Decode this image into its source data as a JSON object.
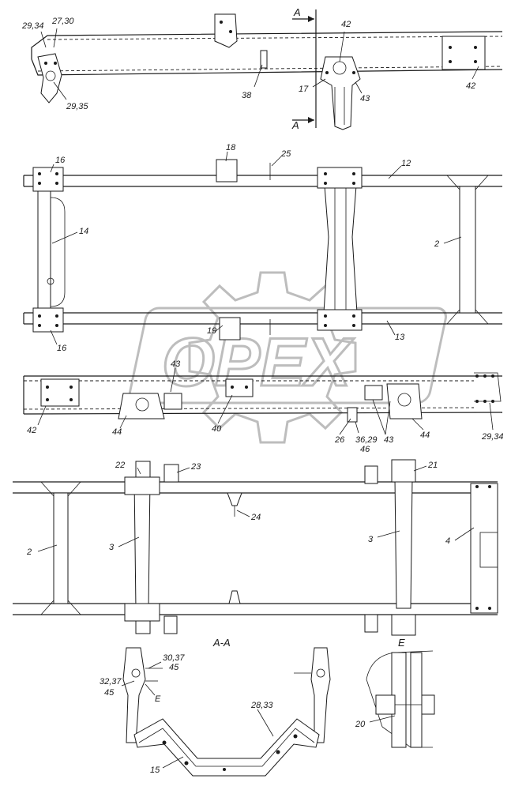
{
  "watermark": {
    "text": "OPEX",
    "color": "#bdbdbd"
  },
  "labels": {
    "v1_29_34": "29,34",
    "v1_27_30": "27,30",
    "v1_29_35": "29,35",
    "v1_38": "38",
    "v1_42a": "42",
    "v1_17": "17",
    "v1_43": "43",
    "v1_42b": "42",
    "v1_secA": "A",
    "v1_secA2": "A",
    "v2_16a": "16",
    "v2_18": "18",
    "v2_25": "25",
    "v2_12": "12",
    "v2_14": "14",
    "v2_2": "2",
    "v2_16b": "16",
    "v2_19": "19",
    "v2_13": "13",
    "v3_43a": "43",
    "v3_42": "42",
    "v3_44a": "44",
    "v3_40": "40",
    "v3_26": "26",
    "v3_36_29": "36,29",
    "v3_46": "46",
    "v3_43b": "43",
    "v3_44b": "44",
    "v3_29_34": "29,34",
    "v4_22": "22",
    "v4_23": "23",
    "v4_21": "21",
    "v4_24": "24",
    "v4_2": "2",
    "v4_3a": "3",
    "v4_3b": "3",
    "v4_4": "4",
    "v5_AA": "A-A",
    "v5_E": "E",
    "v5_30_37": "30,37",
    "v5_45a": "45",
    "v5_32_37": "32,37",
    "v5_45b": "45",
    "v5_Esmall": "E",
    "v5_28_33": "28,33",
    "v5_15": "15",
    "v5_20": "20"
  }
}
